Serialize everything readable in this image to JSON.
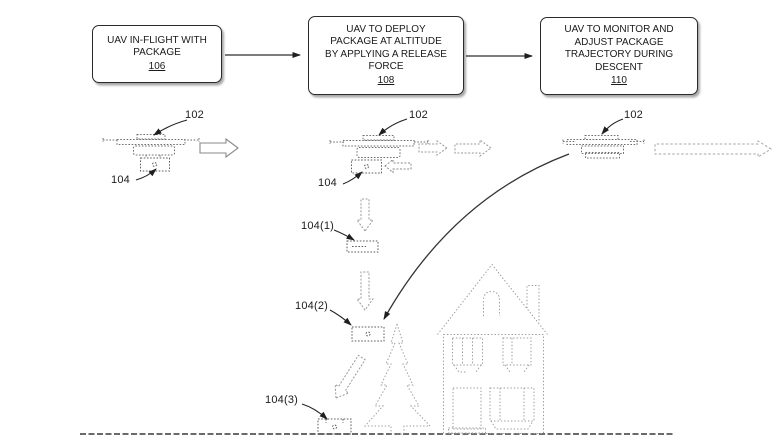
{
  "figure": {
    "colors": {
      "background": "#ffffff",
      "ink": "#2e2e2e",
      "sketch": "#8f8f8f"
    },
    "flowchart": {
      "steps": [
        {
          "title": "UAV IN-FLIGHT WITH\nPACKAGE",
          "ref": "106"
        },
        {
          "title": "UAV TO DEPLOY\nPACKAGE AT ALTITUDE\nBY APPLYING A RELEASE\nFORCE",
          "ref": "108"
        },
        {
          "title": "UAV TO MONITOR AND\nADJUST PACKAGE\nTRAJECTORY DURING\nDESCENT",
          "ref": "110"
        }
      ]
    },
    "labels": {
      "uav_1": "102",
      "package_1": "104",
      "uav_2": "102",
      "package_2": "104",
      "package_drop_1": "104(1)",
      "package_drop_2": "104(2)",
      "package_drop_3": "104(3)",
      "uav_3": "102"
    }
  }
}
